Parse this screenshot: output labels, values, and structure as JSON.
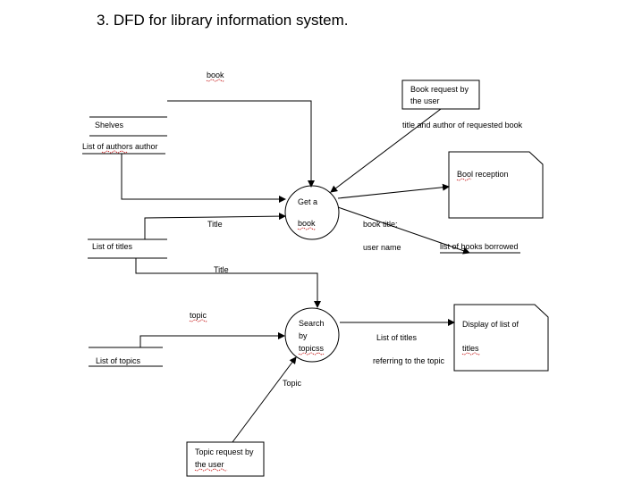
{
  "title": "3.  DFD for library information system.",
  "processes": {
    "get_book": {
      "line1": "Get a",
      "line2": "book"
    },
    "search_topics": {
      "line1": "Search",
      "line2": "by",
      "line3": "topicss"
    }
  },
  "data_stores": {
    "shelves": "Shelves",
    "list_of_authors": "List of authors author",
    "list_of_titles": "List of titles",
    "list_of_topics": "List of topics"
  },
  "entities": {
    "book_request": {
      "line1": "Book request by",
      "line2": "the user"
    },
    "book_reception": "Bool reception",
    "display_titles": {
      "line1": "Display of list of",
      "line2": "titles"
    },
    "topic_request": {
      "line1": "Topic request by",
      "line2": "the user"
    }
  },
  "flows": {
    "book": "book",
    "title_author_request": "title and author of requested book",
    "title_in": "Title",
    "book_title": "book title;",
    "user_name": "user name",
    "books_borrowed": "list of books borrowed",
    "title_down": "Title",
    "topic_in": "topic",
    "list_of_titles_out": "List of titles",
    "referring_topic": "referring to the topic",
    "topic_up": "Topic"
  }
}
